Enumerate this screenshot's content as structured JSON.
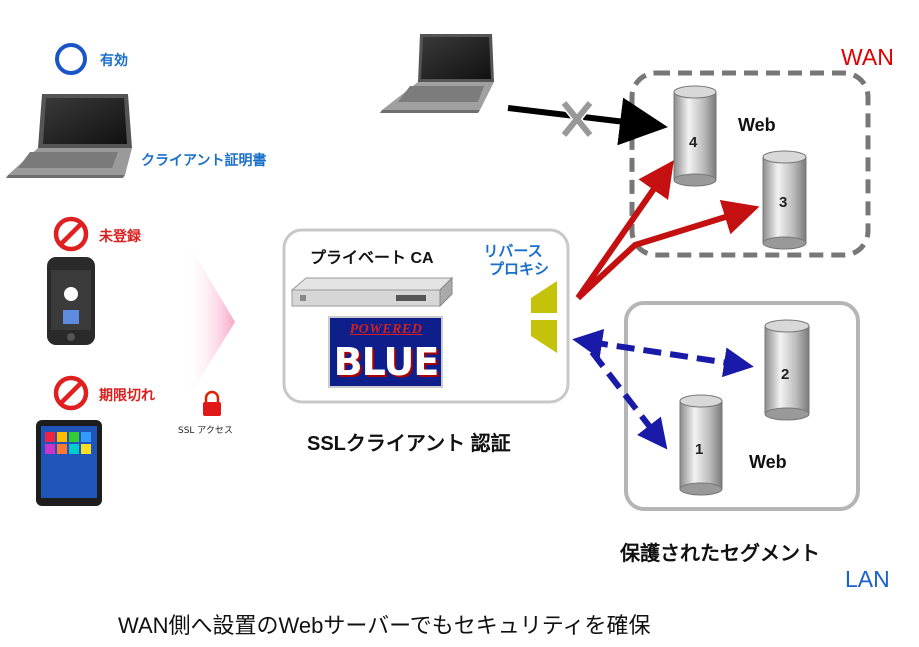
{
  "legend": {
    "valid": "有効",
    "unregistered": "未登録",
    "expired": "期限切れ"
  },
  "client_cert_label": "クライアント証明書",
  "ssl_access_label": "SSL アクセス",
  "center_box": {
    "private_ca": "プライベート CA",
    "reverse_proxy_line1": "リバース",
    "reverse_proxy_line2": "プロキシ",
    "powered": "POWERED",
    "blue": "BLUE"
  },
  "ssl_auth_label": "SSLクライアント 認証",
  "wan": {
    "label": "WAN",
    "web_label": "Web",
    "servers": [
      "4",
      "3"
    ]
  },
  "lan": {
    "label": "LAN",
    "web_label": "Web",
    "servers": [
      "2",
      "1"
    ],
    "segment_label": "保護されたセグメント"
  },
  "caption": "WAN側へ設置のWebサーバーでもセキュリティを確保",
  "colors": {
    "valid_circle": "#1a55c8",
    "wan_red": "#e00000",
    "arrow_red": "#c41010",
    "arrow_blue": "#1a1aa8",
    "proxy_yellow": "#c4c20a",
    "lan_text": "#1a60d0"
  }
}
